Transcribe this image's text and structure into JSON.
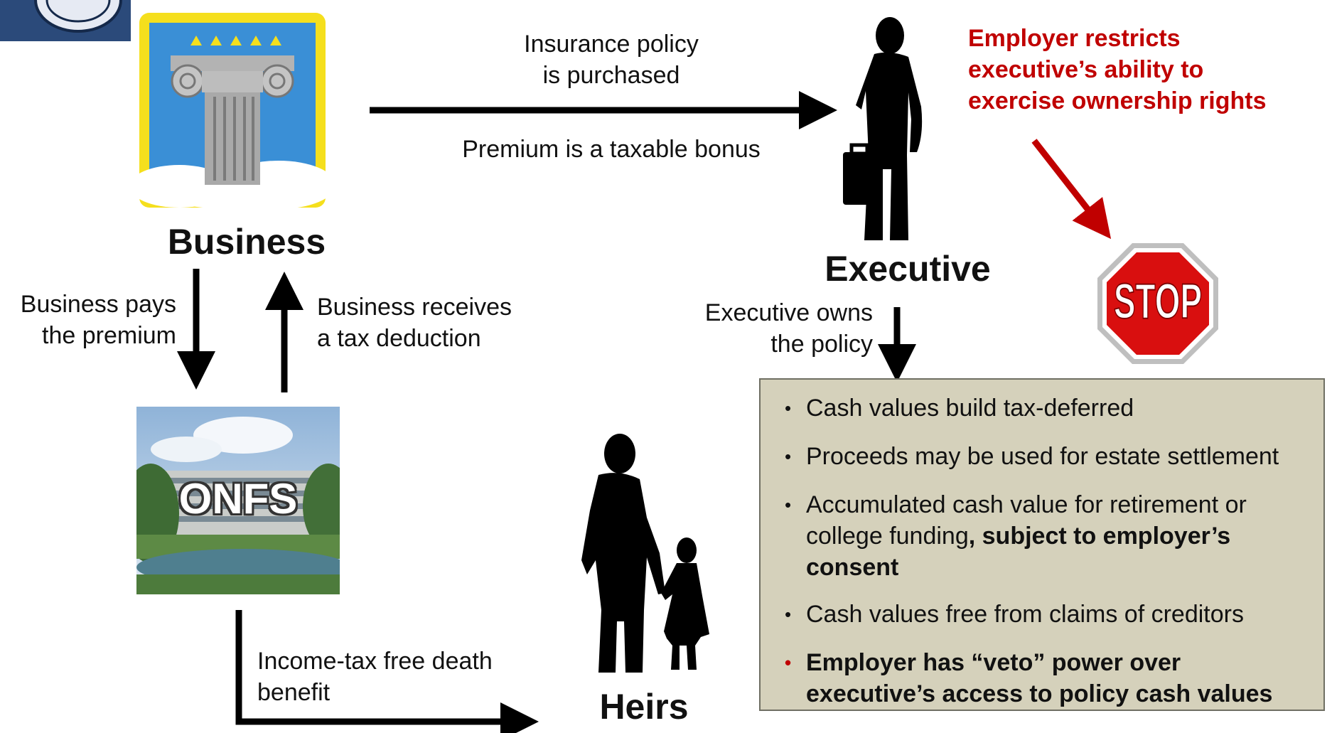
{
  "business": {
    "title": "Business",
    "pays": [
      "Business pays",
      "the premium"
    ],
    "receives": [
      "Business receives",
      "a tax deduction"
    ]
  },
  "executive": {
    "title": "Executive",
    "owns": [
      "Executive owns",
      "the policy"
    ]
  },
  "onfs": {
    "title": "ONFS"
  },
  "heirs": {
    "title": "Heirs"
  },
  "policy": {
    "purchased": [
      "Insurance policy",
      "is purchased"
    ],
    "bonus": "Premium is a taxable bonus"
  },
  "restriction": [
    "Employer restricts",
    "executive’s ability to",
    "exercise ownership rights"
  ],
  "stop_sign": "STOP",
  "death_benefit": [
    "Income-tax free death",
    "benefit"
  ],
  "bullets": {
    "b1": "Cash values build tax-deferred",
    "b2": "Proceeds may be used for estate settlement",
    "b3_normal_1": "Accumulated cash value for retirement or",
    "b3_normal_2": "college funding",
    "b3_bold_1": ", subject to employer’s",
    "b3_bold_2": "consent",
    "b4": "Cash values free from claims of creditors",
    "b5_1": "Employer has “veto” power over",
    "b5_2": "executive’s access to policy cash values"
  },
  "colors": {
    "accent_red": "#c00000",
    "panel": "#d5d1bb",
    "frame": "#f5df1d",
    "sky": "#3a8fd6"
  },
  "icons": [
    "column-icon",
    "executive-silhouette-icon",
    "building-photo",
    "heirs-silhouette-icon",
    "stop-sign-icon",
    "logo-icon"
  ]
}
